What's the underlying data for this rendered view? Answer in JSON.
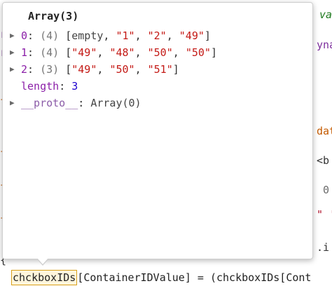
{
  "popover": {
    "title": "Array(3)",
    "rows": [
      {
        "key": "0",
        "count": "(4)",
        "items": [
          "empty",
          "\"1\"",
          "\"2\"",
          "\"49\""
        ]
      },
      {
        "key": "1",
        "count": "(4)",
        "items": [
          "\"49\"",
          "\"48\"",
          "\"50\"",
          "\"50\""
        ]
      },
      {
        "key": "2",
        "count": "(3)",
        "items": [
          "\"49\"",
          "\"50\"",
          "\"51\""
        ]
      }
    ],
    "length_key": "length",
    "length_value": "3",
    "proto_key": "__proto__",
    "proto_value": "Array(0)"
  },
  "editor": {
    "bottom_token": "chckboxIDs",
    "bottom_rest": "[ContainerIDValue] = (chckboxIDs[Cont",
    "fragments": {
      "top_right_1": "var",
      "top_right_2": "yna",
      "r3": "dat",
      "r4": "<b",
      "r5": " 0",
      "r6": "\" '",
      "r7": ".i",
      "left1": "r",
      "left2": "r",
      "left3": "f",
      "left4": "f",
      "left5": "f",
      "left6": "f",
      "left7": "{"
    }
  }
}
